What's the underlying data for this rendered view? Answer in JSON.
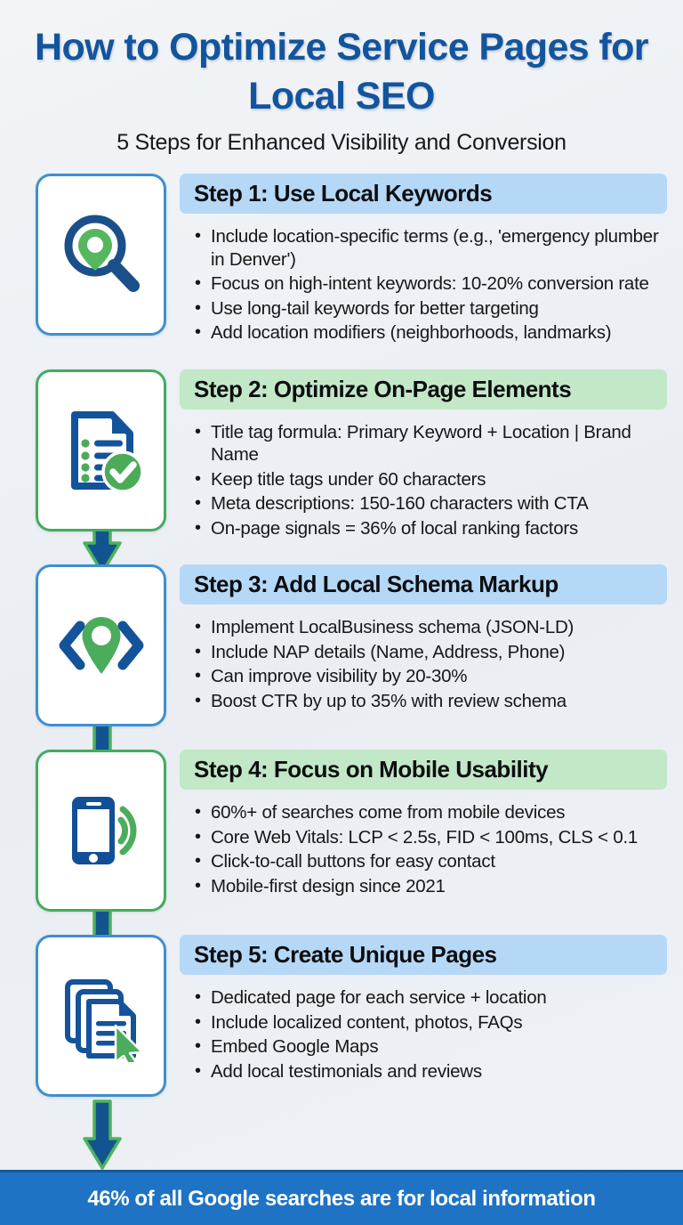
{
  "header": {
    "title": "How to Optimize Service Pages for Local SEO",
    "subtitle": "5 Steps for Enhanced Visibility and Conversion"
  },
  "colors": {
    "brand_blue": "#12559e",
    "accent_green": "#44ab5f",
    "bar_blue": "#b6d8f7",
    "bar_green": "#c2e8c8",
    "footer_blue": "#1e73c4",
    "page_background": "#eef1f5"
  },
  "steps": [
    {
      "heading": "Step 1: Use Local Keywords",
      "icon": "magnifier-location-pin-icon",
      "bar_theme": "blue",
      "card_theme": "blue",
      "points": [
        "Include location-specific terms (e.g., 'emergency plumber in Denver')",
        "Focus on high-intent keywords: 10-20% conversion rate",
        "Use long-tail keywords for better targeting",
        "Add location modifiers (neighborhoods, landmarks)"
      ]
    },
    {
      "heading": "Step 2: Optimize On-Page Elements",
      "icon": "document-checklist-approved-icon",
      "bar_theme": "green",
      "card_theme": "green",
      "points": [
        "Title tag formula: Primary Keyword + Location | Brand Name",
        "Keep title tags under 60 characters",
        "Meta descriptions: 150-160 characters with CTA",
        "On-page signals = 36% of local ranking factors"
      ]
    },
    {
      "heading": "Step 3: Add Local Schema Markup",
      "icon": "code-brackets-location-pin-icon",
      "bar_theme": "blue",
      "card_theme": "blue",
      "points": [
        "Implement LocalBusiness schema (JSON-LD)",
        "Include NAP details (Name, Address, Phone)",
        "Can improve visibility by 20-30%",
        "Boost CTR by up to 35% with review schema"
      ]
    },
    {
      "heading": "Step 4: Focus on Mobile Usability",
      "icon": "mobile-phone-signal-icon",
      "bar_theme": "green",
      "card_theme": "green",
      "points": [
        "60%+ of searches come from mobile devices",
        "Core Web Vitals: LCP < 2.5s, FID < 100ms, CLS < 0.1",
        "Click-to-call buttons for easy contact",
        "Mobile-first design since 2021"
      ]
    },
    {
      "heading": "Step 5: Create Unique Pages",
      "icon": "stacked-pages-cursor-icon",
      "bar_theme": "blue",
      "card_theme": "blue",
      "points": [
        "Dedicated page for each service + location",
        "Include localized content, photos, FAQs",
        "Embed Google Maps",
        "Add local testimonials and reviews"
      ]
    }
  ],
  "footer": {
    "text": "46% of all Google searches are for local information"
  }
}
